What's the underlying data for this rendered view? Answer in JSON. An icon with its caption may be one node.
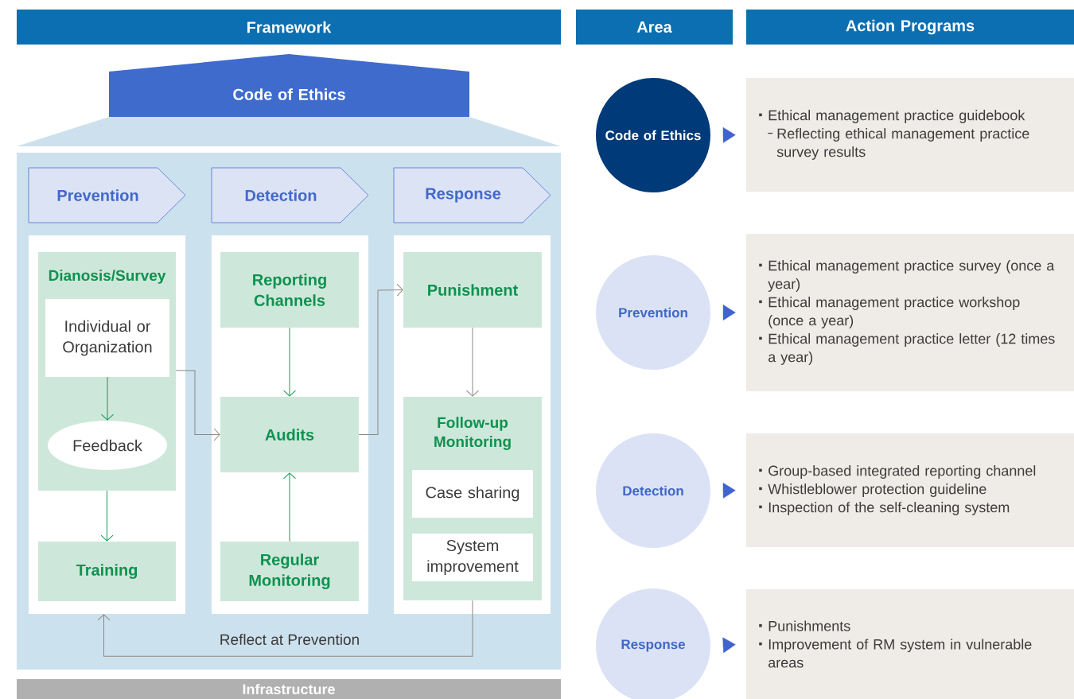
{
  "diagram": {
    "nodes": [
      {
        "text": [
          "Framework"
        ]
      },
      {
        "text": [
          "Area"
        ]
      },
      {
        "text": [
          "Action Programs"
        ]
      },
      {
        "text": [
          "Code of Ethics"
        ]
      },
      {
        "text": [],
        "shape": "box"
      },
      {
        "text": [
          "Prevention"
        ],
        "in": 4
      },
      {
        "text": [
          "Detection"
        ],
        "in": 4
      },
      {
        "text": [
          "Response"
        ],
        "in": 4
      },
      {
        "text": [],
        "shape": "box",
        "in": 4
      },
      {
        "text": [
          "Dianosis/Survey"
        ],
        "in": 8
      },
      {
        "text": [
          "Individual or Organization"
        ],
        "in": 9
      },
      {
        "text": [
          "Feedback"
        ],
        "in": 9
      },
      {
        "text": [
          "Training"
        ],
        "in": 8
      },
      {
        "text": [],
        "shape": "box",
        "in": 4
      },
      {
        "text": [
          "Reporting Channels"
        ],
        "in": 13
      },
      {
        "text": [
          "Audits"
        ],
        "in": 13
      },
      {
        "text": [
          "Regular Monitoring"
        ],
        "in": 13
      },
      {
        "text": [],
        "shape": "box",
        "in": 4
      },
      {
        "text": [
          "Punishment"
        ],
        "in": 17
      },
      {
        "text": [
          "Follow-up Monitoring"
        ],
        "in": 17
      },
      {
        "text": [
          "Case sharing"
        ],
        "in": 19
      },
      {
        "text": [
          "System improvement"
        ],
        "in": 19
      },
      {
        "text": [
          "Infrastructure"
        ]
      },
      {
        "text": [
          "Code of Ethics"
        ]
      },
      {
        "text": [
          "Ethical management practice guidebook",
          "Reflecting ethical management practice survey results"
        ]
      },
      {
        "text": [
          "Prevention"
        ]
      },
      {
        "text": [
          "Ethical management practice survey (once a year)",
          "Ethical management practice workshop (once a year)",
          "Ethical management practice letter (12 times a year)"
        ]
      },
      {
        "text": [
          "Detection"
        ]
      },
      {
        "text": [
          "Group-based integrated reporting channel",
          "Whistleblower protection guideline",
          "Inspection of the self-cleaning system"
        ]
      },
      {
        "text": [
          "Response"
        ]
      },
      {
        "text": [
          "Punishments",
          "Improvement of RM system in vulnerable areas"
        ]
      }
    ],
    "edges": [
      {
        "from": 10,
        "to": 11,
        "arrow": "to",
        "color": "#0f9a55"
      },
      {
        "from": 9,
        "to": 12,
        "arrow": "to",
        "color": "#0f9a55"
      },
      {
        "from": 9,
        "to": 15,
        "arrow": "to",
        "color": "#8c8782"
      },
      {
        "from": 14,
        "to": 15,
        "arrow": "to",
        "color": "#0f9a55"
      },
      {
        "from": 16,
        "to": 15,
        "arrow": "to",
        "color": "#0f9a55"
      },
      {
        "from": 15,
        "to": 18,
        "arrow": "to",
        "color": "#8c8782"
      },
      {
        "from": 18,
        "to": 19,
        "arrow": "to",
        "color": "#8c8782"
      },
      {
        "from": 19,
        "to": 8,
        "arrow": "to",
        "color": "#8c8782",
        "label": "Reflect at Prevention"
      },
      {
        "from": 23,
        "to": 24,
        "arrow": "to",
        "color": "#3f64d2"
      },
      {
        "from": 25,
        "to": 26,
        "arrow": "to",
        "color": "#3f64d2"
      },
      {
        "from": 27,
        "to": 28,
        "arrow": "to",
        "color": "#3f64d2"
      },
      {
        "from": 29,
        "to": 30,
        "arrow": "to",
        "color": "#3f64d2"
      }
    ]
  }
}
